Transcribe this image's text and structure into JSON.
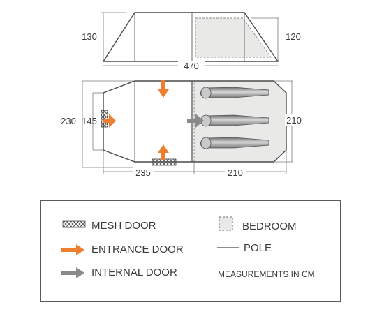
{
  "dimensions": {
    "living_height": "130",
    "bedroom_height": "120",
    "total_length": "470",
    "total_width": "230",
    "entrance_width": "145",
    "bedroom_depth": "210",
    "living_length": "235",
    "bedroom_length": "210"
  },
  "legend": {
    "mesh_door": "MESH DOOR",
    "entrance_door": "ENTRANCE DOOR",
    "internal_door": "INTERNAL DOOR",
    "bedroom": "BEDROOM",
    "pole": "POLE",
    "units_note": "MEASUREMENTS IN CM"
  },
  "colors": {
    "outline": "#4a4a4a",
    "bedroom_fill": "#e9e9e7",
    "entrance_arrow": "#ee7f2e",
    "internal_arrow": "#8a8a8a"
  },
  "icons": [
    "mesh-door-icon",
    "entrance-arrow-icon",
    "internal-arrow-icon",
    "bedroom-swatch-icon",
    "pole-line-icon",
    "sleeping-bag-icon"
  ]
}
